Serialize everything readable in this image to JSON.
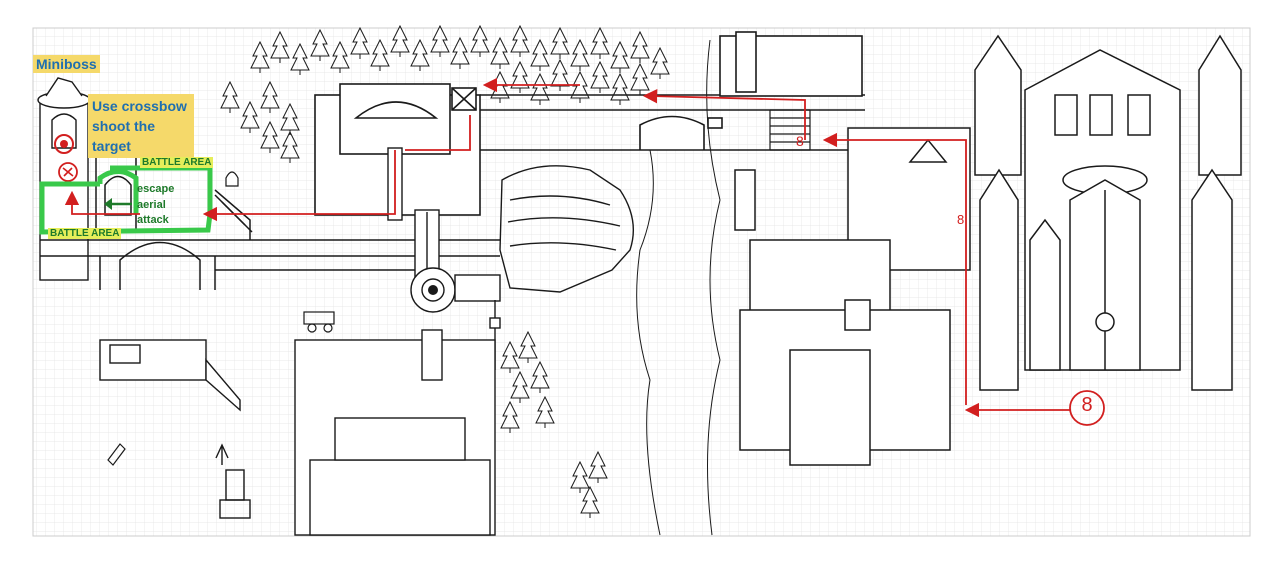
{
  "map": {
    "callouts": {
      "miniboss": "Miniboss",
      "crossbow_note": "Use crossbow shoot the target",
      "battle_area_top": "BATTLE AREA",
      "battle_area_bottom": "BATTLE AREA",
      "escape_note": "escape aerial attack"
    },
    "route": {
      "step_number": "8",
      "path_mark_1": "8",
      "path_mark_2": "8",
      "color": "#d21f1f"
    },
    "colors": {
      "callout_background": "#f5d96a",
      "callout_text": "#1f6fb0",
      "battle_area": "#39c94a",
      "battle_label_background": "#e6ee5a",
      "grid": "#e2e2e2",
      "ink": "#1a1a1a"
    },
    "icons": [
      "tree-icon",
      "statue-icon",
      "target-icon",
      "crossbow-icon",
      "ghost-icon",
      "pencil-icon",
      "cart-icon",
      "cog-icon"
    ]
  }
}
